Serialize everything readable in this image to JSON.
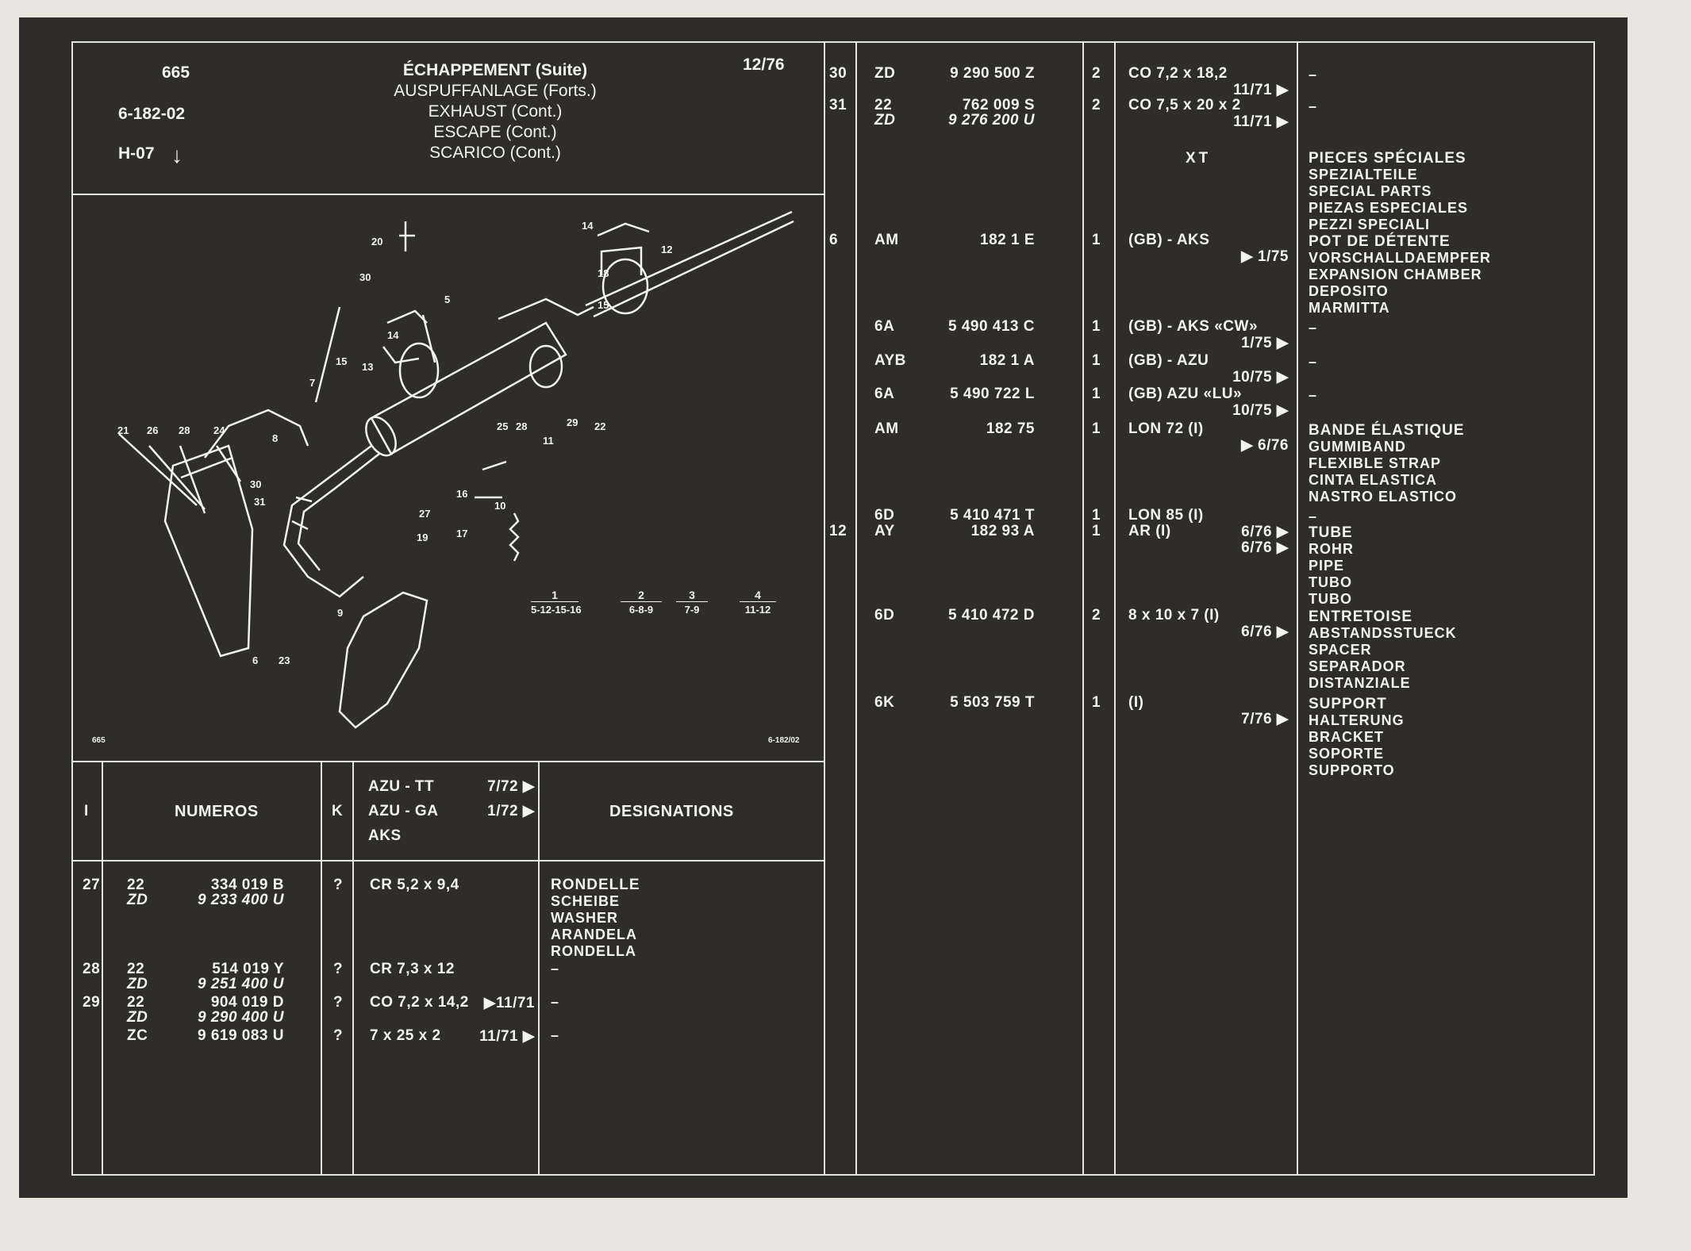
{
  "header": {
    "page_no": "665",
    "group_code": "6-182-02",
    "model_code": "H-07",
    "arrow_glyph": "↓",
    "date": "12/76",
    "titles": [
      "ÉCHAPPEMENT (Suite)",
      "AUSPUFFANLAGE (Forts.)",
      "EXHAUST (Cont.)",
      "ESCAPE (Cont.)",
      "SCARICO (Cont.)"
    ]
  },
  "diagram": {
    "corner_left": "665",
    "corner_right": "6-182/02",
    "callouts": [
      "20",
      "30",
      "14",
      "18",
      "12",
      "15",
      "5",
      "21",
      "26",
      "28",
      "24",
      "13",
      "14",
      "15",
      "7",
      "8",
      "25",
      "28",
      "29",
      "22",
      "11",
      "30",
      "31",
      "16",
      "27",
      "19",
      "17",
      "10",
      "9",
      "6",
      "23"
    ],
    "legend": [
      {
        "num": "1",
        "refs": "5-12-15-16"
      },
      {
        "num": "2",
        "refs": "6-8-9"
      },
      {
        "num": "3",
        "refs": "7-9"
      },
      {
        "num": "4",
        "refs": "11-12"
      }
    ]
  },
  "columns": {
    "index": "I",
    "numbers": "NUMEROS",
    "qty": "K",
    "models": [
      {
        "name": "AZU - TT",
        "date": "7/72 ▶"
      },
      {
        "name": "AZU - GA",
        "date": "1/72 ▶"
      },
      {
        "name": "AKS",
        "date": ""
      }
    ],
    "designations": "DESIGNATIONS"
  },
  "left_rows": [
    {
      "idx": "27",
      "parts": [
        {
          "pre": "22",
          "num": "334 019 B",
          "it": false
        },
        {
          "pre": "ZD",
          "num": "9 233 400 U",
          "it": true
        }
      ],
      "qty": "?",
      "spec": "CR 5,2 x 9,4",
      "date": "",
      "desc": [
        "RONDELLE",
        "SCHEIBE",
        "WASHER",
        "ARANDELA",
        "RONDELLA"
      ]
    },
    {
      "idx": "28",
      "parts": [
        {
          "pre": "22",
          "num": "514 019 Y",
          "it": false
        },
        {
          "pre": "ZD",
          "num": "9 251 400 U",
          "it": true
        }
      ],
      "qty": "?",
      "spec": "CR 7,3 x 12",
      "date": "",
      "desc": [
        "–"
      ]
    },
    {
      "idx": "29",
      "parts": [
        {
          "pre": "22",
          "num": "904 019 D",
          "it": false
        },
        {
          "pre": "ZD",
          "num": "9 290 400 U",
          "it": true
        }
      ],
      "qty": "?",
      "spec": "CO 7,2 x 14,2",
      "date": "▶11/71",
      "desc": [
        "–"
      ]
    },
    {
      "idx": "",
      "parts": [
        {
          "pre": "ZC",
          "num": "9 619 083 U",
          "it": false
        }
      ],
      "qty": "?",
      "spec": "7 x 25 x 2",
      "date": "11/71 ▶",
      "desc": [
        "–"
      ]
    }
  ],
  "right_rows": [
    {
      "idx": "30",
      "pre": "ZD",
      "num": "9 290 500 Z",
      "qty": "2",
      "spec": "CO 7,2 x 18,2",
      "date": "11/71 ▶",
      "desc": [
        "–"
      ]
    },
    {
      "idx": "31",
      "pre": "22",
      "num": "762 009 S",
      "pre2": "ZD",
      "num2": "9 276 200 U",
      "qty": "2",
      "spec": "CO 7,5 x 20 x 2",
      "date": "11/71 ▶",
      "desc": [
        "–"
      ]
    },
    {
      "section": "XT",
      "desc": [
        "PIECES SPÉCIALES",
        "SPEZIALTEILE",
        "SPECIAL PARTS",
        "PIEZAS ESPECIALES",
        "PEZZI SPECIALI"
      ]
    },
    {
      "idx": "6",
      "pre": "AM",
      "num": "182 1 E",
      "qty": "1",
      "spec": "(GB) - AKS",
      "date": "▶ 1/75",
      "desc": [
        "POT DE DÉTENTE",
        "VORSCHALLDAEMPFER",
        "EXPANSION CHAMBER",
        "DEPOSITO",
        "MARMITTA"
      ]
    },
    {
      "pre": "6A",
      "num": "5 490 413 C",
      "qty": "1",
      "spec": "(GB) - AKS «CW»",
      "date": "1/75 ▶",
      "desc": [
        "–"
      ]
    },
    {
      "pre": "AYB",
      "num": "182 1 A",
      "qty": "1",
      "spec": "(GB) - AZU",
      "date": "10/75 ▶",
      "desc": [
        "–"
      ]
    },
    {
      "pre": "6A",
      "num": "5 490 722 L",
      "qty": "1",
      "spec": "(GB) AZU «LU»",
      "date": "10/75 ▶",
      "desc": [
        "–"
      ]
    },
    {
      "pre": "AM",
      "num": "182 75",
      "qty": "1",
      "spec": "LON 72 (I)",
      "date": "▶ 6/76",
      "desc": [
        "BANDE ÉLASTIQUE",
        "GUMMIBAND",
        "FLEXIBLE STRAP",
        "CINTA ELASTICA",
        "NASTRO ELASTICO"
      ]
    },
    {
      "pre": "6D",
      "num": "5 410 471 T",
      "qty": "1",
      "spec": "LON 85 (I)",
      "date": "6/76 ▶",
      "desc": [
        "–"
      ]
    },
    {
      "idx": "12",
      "pre": "AY",
      "num": "182 93 A",
      "qty": "1",
      "spec": "AR (I)",
      "date": "6/76 ▶",
      "desc": [
        "TUBE",
        "ROHR",
        "PIPE",
        "TUBO",
        "TUBO"
      ]
    },
    {
      "pre": "6D",
      "num": "5 410 472 D",
      "qty": "2",
      "spec": "8 x 10 x 7 (I)",
      "date": "6/76 ▶",
      "desc": [
        "ENTRETOISE",
        "ABSTANDSSTUECK",
        "SPACER",
        "SEPARADOR",
        "DISTANZIALE"
      ]
    },
    {
      "pre": "6K",
      "num": "5 503 759 T",
      "qty": "1",
      "spec": "(I)",
      "date": "7/76 ▶",
      "desc": [
        "SUPPORT",
        "HALTERUNG",
        "BRACKET",
        "SOPORTE",
        "SUPPORTO"
      ]
    }
  ],
  "colors": {
    "sheet": "#2e2d2b",
    "ink": "#f2f2ee",
    "paper": "#e9e6df"
  }
}
